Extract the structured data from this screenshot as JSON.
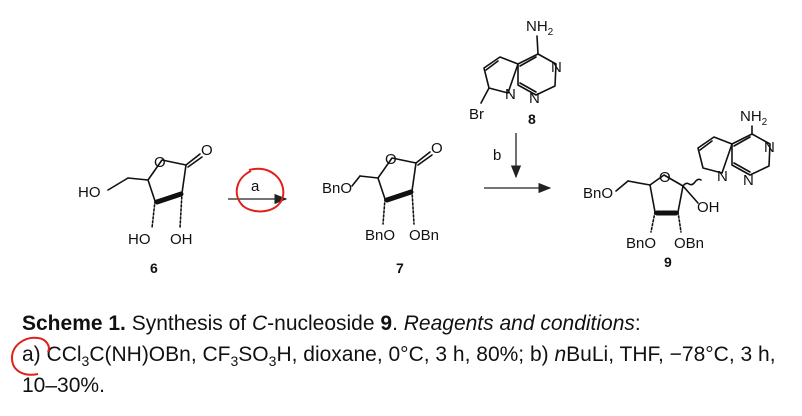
{
  "compounds": {
    "c6": {
      "number": "6",
      "ho_top": "HO",
      "ho_left": "HO",
      "oh_right": "OH",
      "ring_o": "O",
      "carbonyl_o": "O"
    },
    "c7": {
      "number": "7",
      "bno_top": "BnO",
      "bno_left": "BnO",
      "obn_right": "OBn",
      "ring_o": "O",
      "carbonyl_o": "O"
    },
    "c8": {
      "number": "8",
      "nh2_main": "NH",
      "nh2_sub": "2",
      "n_ring1": "N",
      "n_ring2": "N",
      "n_bridge": "N",
      "br": "Br"
    },
    "c9": {
      "number": "9",
      "nh2_main": "NH",
      "nh2_sub": "2",
      "n_ring1": "N",
      "n_ring2": "N",
      "n_bridge": "N",
      "bno_top": "BnO",
      "oh": "OH",
      "bno_left": "BnO",
      "obn_right": "OBn",
      "ring_o": "O"
    }
  },
  "arrows": {
    "step_a": "a",
    "step_b": "b"
  },
  "caption": {
    "scheme_label": "Scheme 1.",
    "t1": " Synthesis of ",
    "c_italic": "C",
    "t2": "-nucleoside ",
    "compound": "9",
    "t3": ". ",
    "reagents": "Reagents and conditions",
    "t4": ":",
    "step_a_label": "a)",
    "a1": " CCl",
    "a1_sub": "3",
    "a2": "C(NH)OBn, CF",
    "a2_sub": "3",
    "a3": "SO",
    "a3_sub": "3",
    "a4": "H, dioxane, 0°C, 3 h, 80%; b) ",
    "nbu_italic": "n",
    "a5": "BuLi, THF, −78°C, 3 h, 10–30%."
  },
  "colors": {
    "annotation": "#e0201a",
    "text": "#111111"
  }
}
